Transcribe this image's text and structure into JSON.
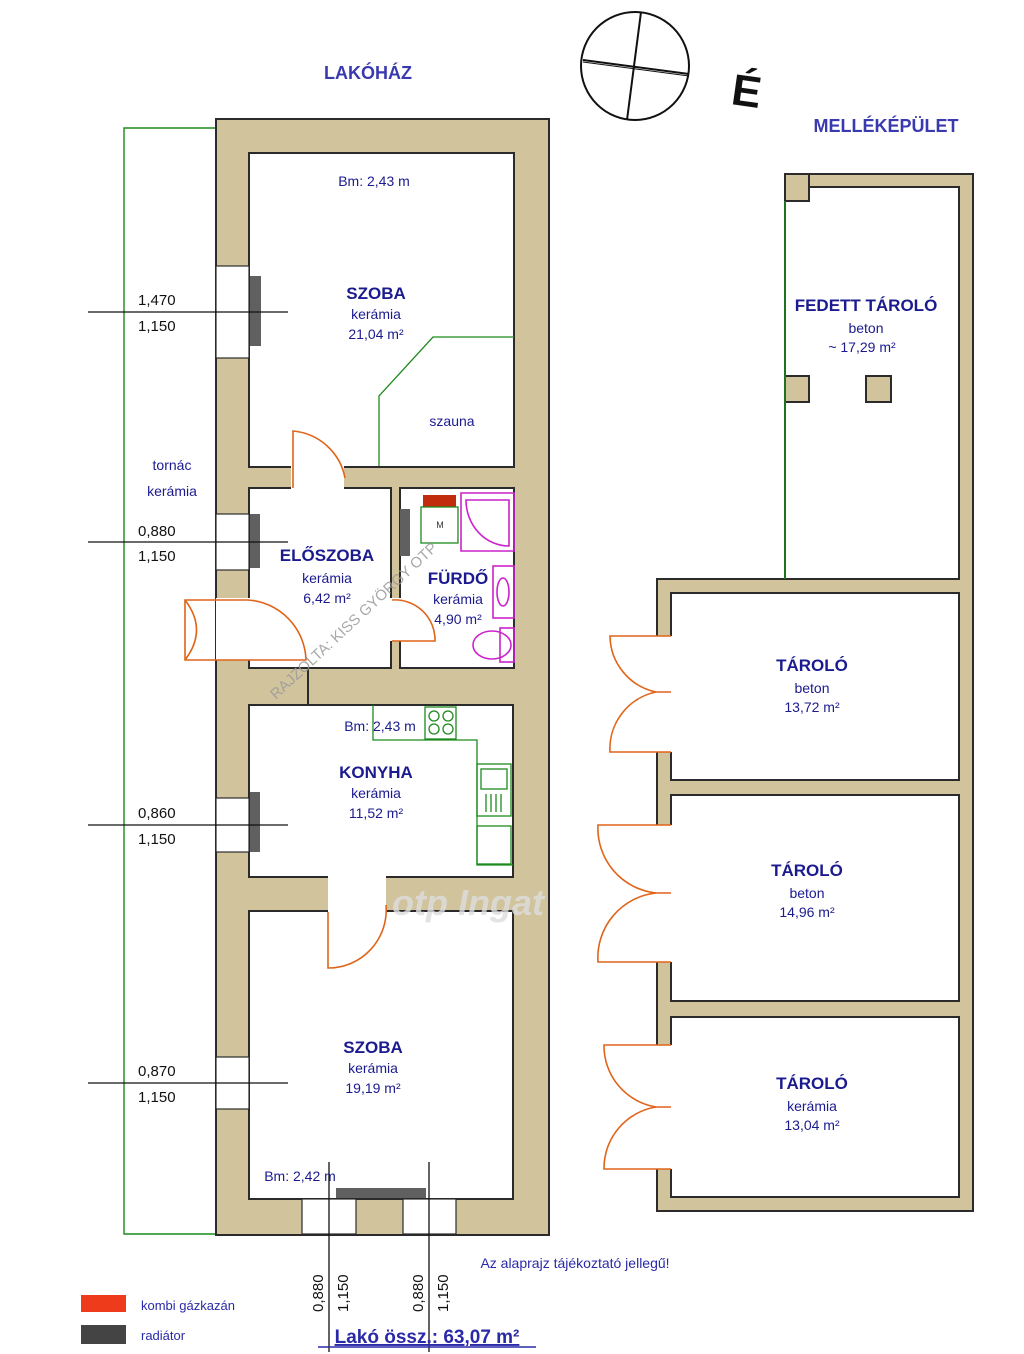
{
  "titles": {
    "main_building": "LAKÓHÁZ",
    "annex_building": "MELLÉKÉPÜLET",
    "north_mark": "É"
  },
  "rooms": {
    "room_top": {
      "name": "SZOBA",
      "floor": "kerámia",
      "area": "21,04 m²",
      "height": "Bm: 2,43 m",
      "sauna": "szauna"
    },
    "porch": {
      "name": "tornác",
      "floor": "kerámia"
    },
    "hall": {
      "name": "ELŐSZOBA",
      "floor": "kerámia",
      "area": "6,42 m²"
    },
    "bath": {
      "name": "FÜRDŐ",
      "floor": "kerámia",
      "area": "4,90 m²",
      "boiler_mark": "M"
    },
    "kitchen": {
      "name": "KONYHA",
      "floor": "kerámia",
      "area": "11,52 m²",
      "height": "Bm: 2,43 m"
    },
    "room_bottom": {
      "name": "SZOBA",
      "floor": "kerámia",
      "area": "19,19 m²",
      "height": "Bm: 2,42 m"
    },
    "covered_storage": {
      "name": "FEDETT TÁROLÓ",
      "floor": "beton",
      "area": "~ 17,29 m²"
    },
    "storage_1": {
      "name": "TÁROLÓ",
      "floor": "beton",
      "area": "13,72 m²"
    },
    "storage_2": {
      "name": "TÁROLÓ",
      "floor": "beton",
      "area": "14,96 m²"
    },
    "storage_3": {
      "name": "TÁROLÓ",
      "floor": "kerámia",
      "area": "13,04 m²"
    }
  },
  "window_dims": {
    "w1": {
      "width": "1,470",
      "height": "1,150"
    },
    "w2": {
      "width": "0,880",
      "height": "1,150"
    },
    "w3": {
      "width": "0,860",
      "height": "1,150"
    },
    "w4": {
      "width": "0,870",
      "height": "1,150"
    },
    "w5": {
      "width": "0,880",
      "height": "1,150"
    },
    "w6": {
      "width": "0,880",
      "height": "1,150"
    }
  },
  "watermark": "RAJZOLTA: KISS GYÖRGY OTP",
  "brand_watermark": "otp Ingat",
  "note": "Az alaprajz tájékoztató jellegű!",
  "legend": {
    "boiler": {
      "label": "kombi gázkazán",
      "color": "#ee3b1b"
    },
    "radiator": {
      "label": "radiátor",
      "color": "#444444"
    }
  },
  "total": "Lakó össz.: 63,07 m²",
  "colors": {
    "wall": "#d1c49c",
    "text": "#1b1b8f",
    "door": "#e0641a",
    "fixtures": "#1c8a1c",
    "bathroom_fixtures": "#cc22cc"
  }
}
